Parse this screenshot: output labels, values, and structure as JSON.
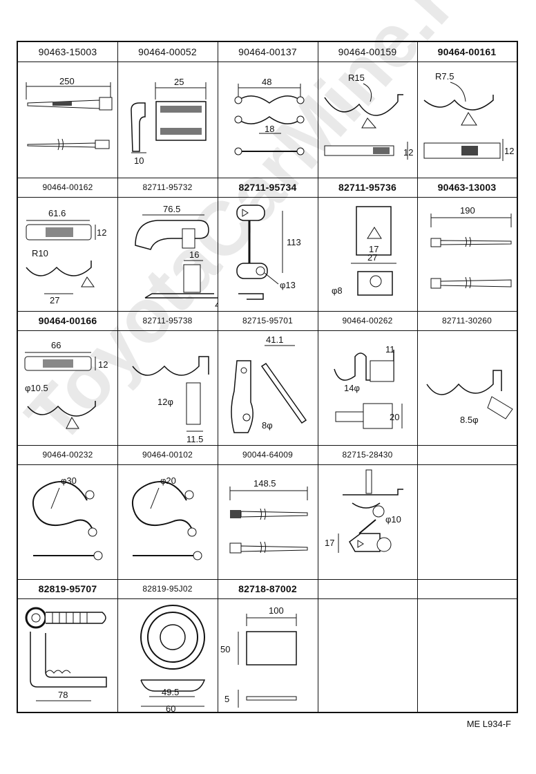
{
  "watermark": "ToyotaCarMine.ru",
  "footer": {
    "code": "ME L934-F"
  },
  "rows": [
    {
      "cells": [
        {
          "part": "90463-15003",
          "dims": [
            "250"
          ]
        },
        {
          "part": "90464-00052",
          "dims": [
            "25",
            "10"
          ]
        },
        {
          "part": "90464-00137",
          "dims": [
            "48",
            "18"
          ]
        },
        {
          "part": "90464-00159",
          "dims": [
            "R15",
            "12"
          ]
        },
        {
          "part": "90464-00161",
          "dims": [
            "R7.5",
            "12"
          ]
        }
      ]
    },
    {
      "cells": [
        {
          "part": "90464-00162",
          "dims": [
            "61.6",
            "12",
            "R10",
            "27"
          ]
        },
        {
          "part": "82711-95732",
          "dims": [
            "76.5",
            "16"
          ]
        },
        {
          "part": "82711-95734",
          "dims": [
            "113",
            "φ13"
          ]
        },
        {
          "part": "82711-95736",
          "dims": [
            "17",
            "27",
            "φ8"
          ]
        },
        {
          "part": "90463-13003",
          "dims": [
            "190"
          ]
        }
      ]
    },
    {
      "cells": [
        {
          "part": "90464-00166",
          "dims": [
            "66",
            "12",
            "φ10.5"
          ]
        },
        {
          "part": "82711-95738",
          "dims": [
            "12φ",
            "11.5"
          ]
        },
        {
          "part": "82715-95701",
          "dims": [
            "41.1",
            "8φ"
          ]
        },
        {
          "part": "90464-00262",
          "dims": [
            "11",
            "14φ",
            "20"
          ]
        },
        {
          "part": "82711-30260",
          "dims": [
            "8.5φ"
          ]
        }
      ]
    },
    {
      "cells": [
        {
          "part": "90464-00232",
          "dims": [
            "φ30"
          ]
        },
        {
          "part": "90464-00102",
          "dims": [
            "φ20"
          ]
        },
        {
          "part": "90044-64009",
          "dims": [
            "148.5"
          ]
        },
        {
          "part": "82715-28430",
          "dims": [
            "φ10",
            "17"
          ]
        },
        {
          "part": "",
          "dims": []
        }
      ]
    },
    {
      "cells": [
        {
          "part": "82819-95707",
          "dims": [
            "78"
          ]
        },
        {
          "part": "82819-95J02",
          "dims": [
            "49.5",
            "60"
          ]
        },
        {
          "part": "82718-87002",
          "dims": [
            "100",
            "50",
            "5"
          ]
        },
        {
          "part": "",
          "dims": []
        },
        {
          "part": "",
          "dims": []
        }
      ]
    }
  ]
}
